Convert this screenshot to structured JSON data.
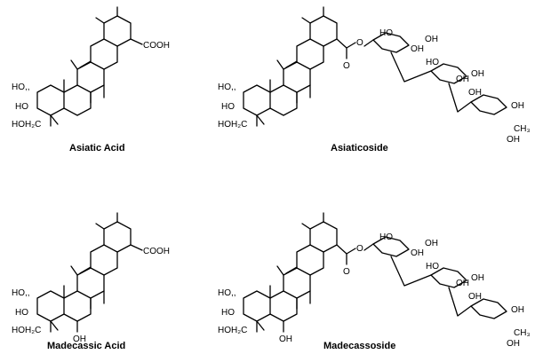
{
  "captions": {
    "asiatic_acid": "Asiatic Acid",
    "asiaticoside": "Asiaticoside",
    "madecassic_acid": "Madecassic Acid",
    "madecassoside": "Madecassoside"
  },
  "atoms": {
    "cooh": "COOH",
    "ho_dash": "HO,,",
    "ho": "HO",
    "oh": "OH",
    "hoh2c": "HOH₂C",
    "o": "O",
    "ch3": "CH₃"
  }
}
